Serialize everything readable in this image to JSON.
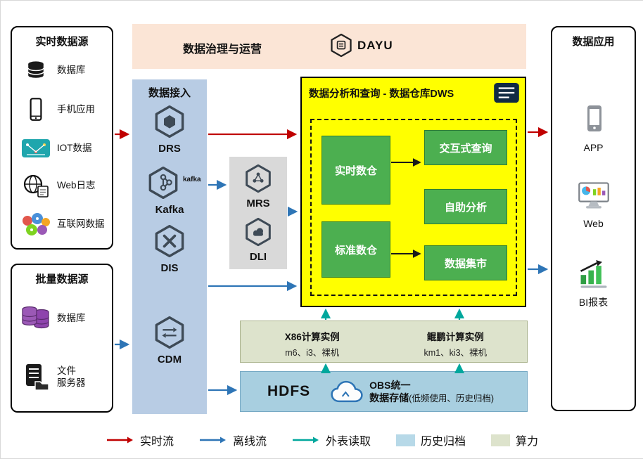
{
  "banner": {
    "title": "数据治理与运营",
    "logo_label": "DAYU"
  },
  "realtime": {
    "title": "实时数据源",
    "items": [
      {
        "label": "数据库",
        "icon": "database-icon"
      },
      {
        "label": "手机应用",
        "icon": "phone-icon"
      },
      {
        "label": "IOT数据",
        "icon": "iot-icon"
      },
      {
        "label": "Web日志",
        "icon": "web-log-icon"
      },
      {
        "label": "互联网数据",
        "icon": "internet-data-icon"
      }
    ]
  },
  "batch": {
    "title": "批量数据源",
    "items": [
      {
        "label": "数据库",
        "icon": "purple-database-icon"
      },
      {
        "label": "文件\n服务器",
        "icon": "file-server-icon"
      }
    ]
  },
  "ingestion": {
    "title": "数据接入",
    "items": [
      {
        "label": "DRS"
      },
      {
        "label": "Kafka",
        "wordmark": "kafka"
      },
      {
        "label": "DIS"
      },
      {
        "label": "CDM"
      }
    ]
  },
  "processing": {
    "items": [
      {
        "label": "MRS"
      },
      {
        "label": "DLI"
      }
    ]
  },
  "dws": {
    "title": "数据分析和查询 - 数据仓库DWS",
    "left_blocks": [
      "实时数仓",
      "标准数仓"
    ],
    "right_blocks": [
      "交互式查询",
      "自助分析",
      "数据集市"
    ]
  },
  "compute": {
    "cols": [
      {
        "title": "X86计算实例",
        "subtitle": "m6、i3、裸机"
      },
      {
        "title": "鲲鹏计算实例",
        "subtitle": "km1、ki3、裸机"
      }
    ]
  },
  "storage": {
    "hdfs": "HDFS",
    "obs_line1": "OBS统一",
    "obs_line2": "数据存储",
    "obs_note": "(低频使用、历史归档)"
  },
  "apps": {
    "title": "数据应用",
    "items": [
      {
        "label": "APP"
      },
      {
        "label": "Web"
      },
      {
        "label": "BI报表"
      }
    ]
  },
  "legend": {
    "items": [
      {
        "label": "实时流",
        "type": "arrow",
        "color": "#c00000"
      },
      {
        "label": "离线流",
        "type": "arrow",
        "color": "#2e75b6"
      },
      {
        "label": "外表读取",
        "type": "arrow",
        "color": "#00a79d"
      },
      {
        "label": "历史归档",
        "type": "swatch",
        "color": "#b7d9e8"
      },
      {
        "label": "算力",
        "type": "swatch",
        "color": "#dde3cc"
      }
    ]
  },
  "colors": {
    "banner_bg": "#fbe5d6",
    "ingestion_bg": "#b8cce4",
    "panel_gray": "#d9d9d9",
    "dws_bg": "#ffff00",
    "block_green": "#4caf50",
    "compute_bg": "#dde3cc",
    "storage_bg": "#a8cfe0",
    "arrow_red": "#c00000",
    "arrow_blue": "#2e75b6",
    "arrow_teal": "#00a79d"
  }
}
